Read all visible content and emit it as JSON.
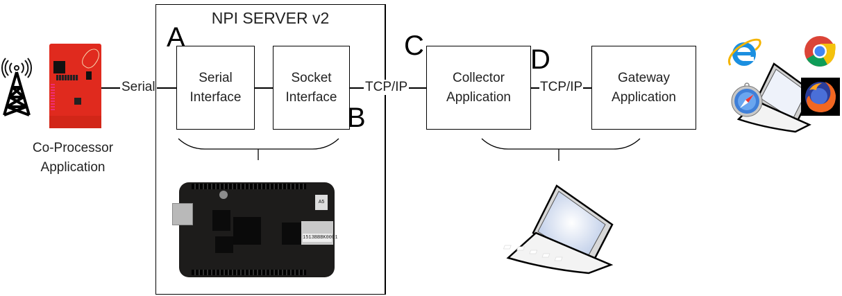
{
  "server": {
    "title": "NPI SERVER v2"
  },
  "markers": {
    "a": "A",
    "b": "B",
    "c": "C",
    "d": "D"
  },
  "boxes": {
    "serial_interface": "Serial\nInterface",
    "socket_interface": "Socket\nInterface",
    "collector_application": "Collector\nApplication",
    "gateway_application": "Gateway\nApplication"
  },
  "links": {
    "serial": "Serial",
    "tcpip_1": "TCP/IP",
    "tcpip_2": "TCP/IP"
  },
  "coprocessor": {
    "caption": "Co-Processor\nApplication"
  },
  "devices": {
    "board_label": "1513BBBK0001",
    "board_tag": "A5"
  },
  "icons": [
    "radio-tower-icon",
    "launchpad-board-image",
    "beaglebone-board-image",
    "laptop-icon",
    "internet-explorer-icon",
    "chrome-icon",
    "safari-icon",
    "firefox-icon"
  ]
}
